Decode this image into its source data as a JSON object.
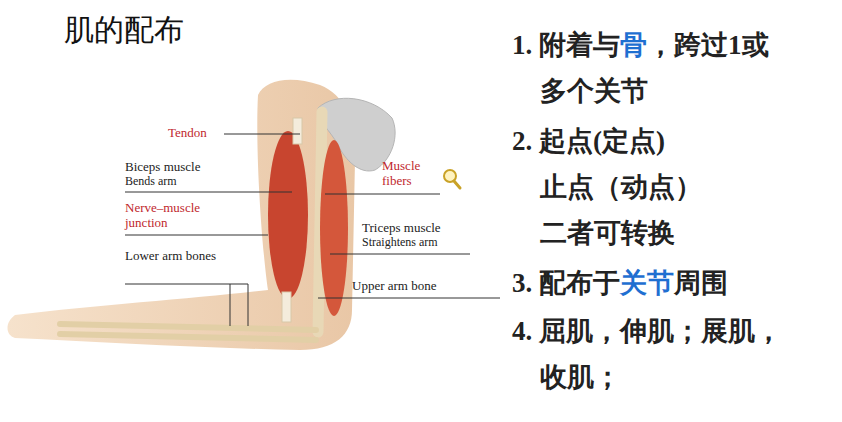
{
  "diagram": {
    "title": "肌的配布",
    "labels": [
      "Tendon",
      "Biceps muscle",
      "Bends arm",
      "Nerve–muscle junction",
      "Lower arm bones",
      "Muscle fibers",
      "Triceps muscle",
      "Straightens arm",
      "Upper arm bone",
      "1. 附着与",
      "骨",
      "，跨过1或",
      "多个关节",
      "2. 起点(定点)",
      "止点（动点）",
      "二者可转换",
      "3. 配布于",
      "关节",
      "周围",
      "4. 屈肌，伸肌；展肌，",
      "收肌；"
    ]
  }
}
